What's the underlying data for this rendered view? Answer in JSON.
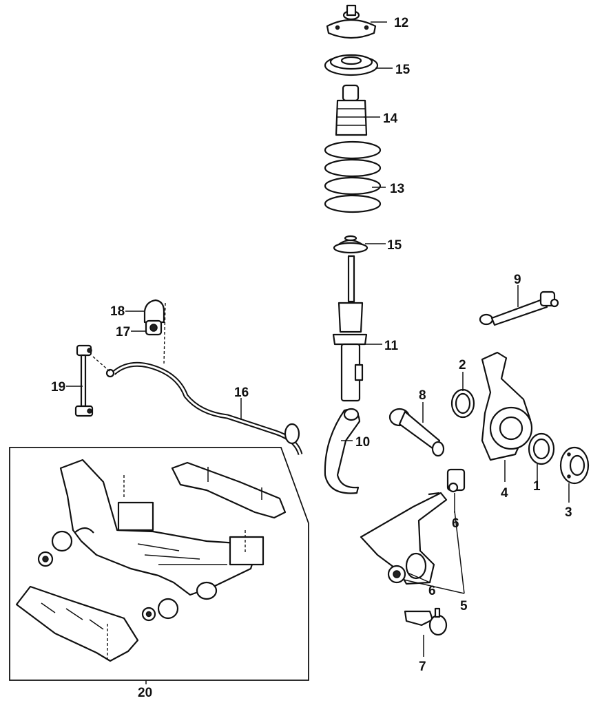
{
  "callouts": {
    "c1": "1",
    "c2": "2",
    "c3": "3",
    "c4": "4",
    "c5": "5",
    "c6a": "6",
    "c6b": "6",
    "c7": "7",
    "c8": "8",
    "c9": "9",
    "c10": "10",
    "c11": "11",
    "c12": "12",
    "c13": "13",
    "c14": "14",
    "c15a": "15",
    "c15b": "15",
    "c16": "16",
    "c17": "17",
    "c18": "18",
    "c19": "19",
    "c20": "20"
  }
}
